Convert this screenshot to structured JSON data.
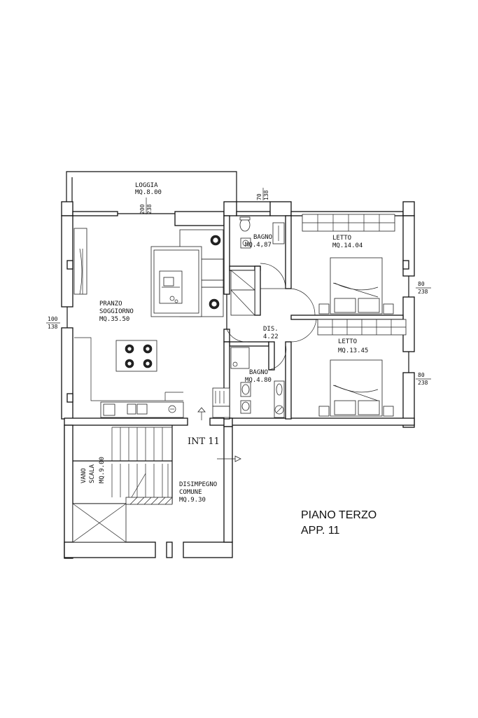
{
  "plan": {
    "title_floor": "PIANO TERZO",
    "title_unit": "APP.  11",
    "unit_tag": "INT  11",
    "rooms": {
      "loggia": {
        "name": "LOGGIA",
        "area": "MQ.8.00"
      },
      "living": {
        "name1": "PRANZO",
        "name2": "SOGGIORNO",
        "area": "MQ.35.50"
      },
      "bath1": {
        "name": "BAGNO",
        "area": "MQ.4,87"
      },
      "bed1": {
        "name": "LETTO",
        "area": "MQ.14.04"
      },
      "dis": {
        "name": "DIS.",
        "area": "4.22"
      },
      "bath2": {
        "name": "BAGNO",
        "area": "MQ.4.80"
      },
      "bed2": {
        "name": "LETTO",
        "area": "MQ.13.45"
      },
      "stair": {
        "name1": "VANO",
        "name2": "SCALA",
        "area": "MQ.9.00"
      },
      "landing": {
        "name1": "DISIMPEGNO",
        "name2": "COMUNE",
        "area": "MQ.9.30"
      }
    },
    "dims": {
      "loggia_door": [
        "200",
        "238"
      ],
      "top_window": [
        "70",
        "138"
      ],
      "left_window": [
        "100",
        "138"
      ],
      "bed1_window": [
        "80",
        "238"
      ],
      "bed2_window": [
        "80",
        "238"
      ]
    }
  }
}
